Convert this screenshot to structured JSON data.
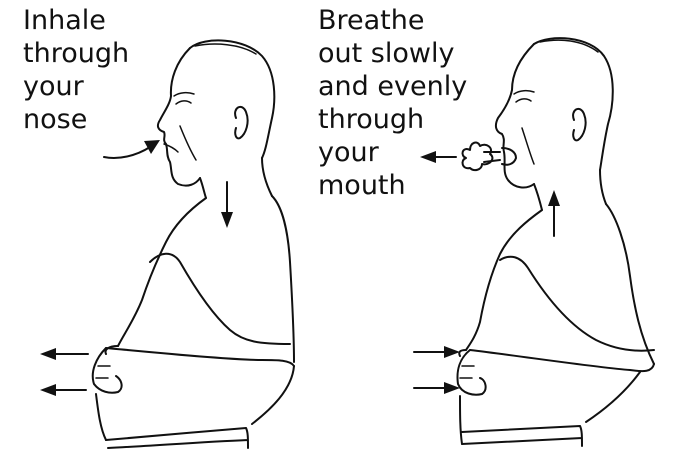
{
  "inhale": {
    "lines": [
      "Inhale",
      "through",
      "your",
      "nose"
    ]
  },
  "exhale": {
    "lines": [
      "Breathe",
      "out slowly",
      "and evenly",
      "through",
      "your",
      "mouth"
    ]
  },
  "colors": {
    "ink": "#111111",
    "background": "#ffffff"
  },
  "icons": [
    "inhale-curved-arrow-icon",
    "chest-down-arrow-icon",
    "belly-out-arrow-icon",
    "exhale-left-arrow-icon",
    "breath-puff-icon",
    "chest-up-arrow-icon",
    "belly-in-arrow-icon"
  ]
}
